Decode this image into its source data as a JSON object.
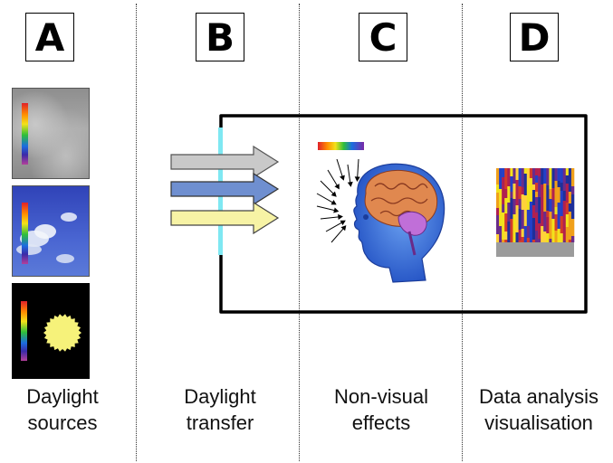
{
  "panels": [
    {
      "letter": "A",
      "caption_line1": "Daylight",
      "caption_line2": "sources"
    },
    {
      "letter": "B",
      "caption_line1": "Daylight",
      "caption_line2": "transfer"
    },
    {
      "letter": "C",
      "caption_line1": "Non-visual",
      "caption_line2": "effects"
    },
    {
      "letter": "D",
      "caption_line1": "Data analysis",
      "caption_line2": "visualisation"
    }
  ],
  "sources": [
    "overcast-sky",
    "clear-blue-sky",
    "sun"
  ],
  "arrows": [
    "gray",
    "blue",
    "yellow"
  ],
  "colors": {
    "overcast": "#9a9a9a",
    "blue_sky": "#3d57c4",
    "sun": "#f6f27a",
    "arrow_gray": "#c9c9c9",
    "arrow_blue": "#6f8fd0",
    "arrow_yellow": "#f7f3a5",
    "window": "#7fe8f2",
    "head": "#3f77e0",
    "brain": "#e0884f"
  }
}
